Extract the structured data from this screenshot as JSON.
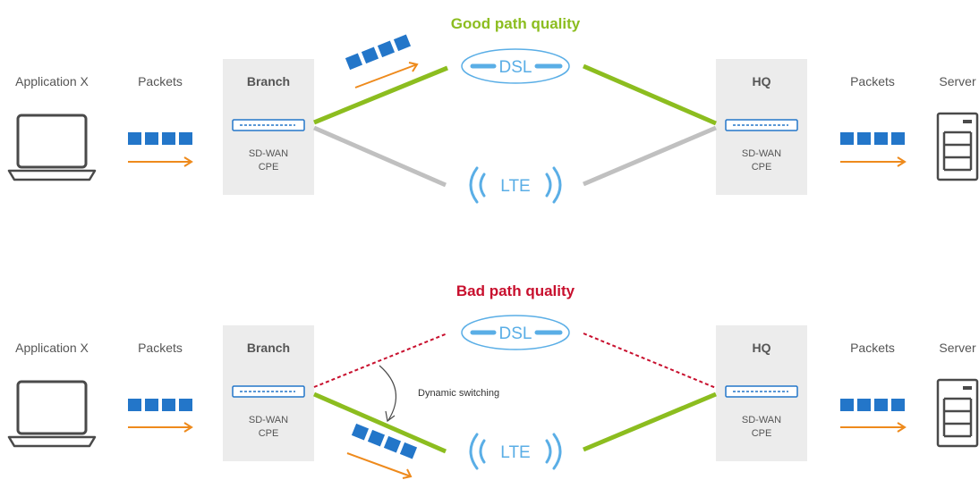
{
  "colors": {
    "good": "#8cbd1f",
    "bad": "#c8102e",
    "inactive": "#c0c0c0",
    "packet": "#2376c9",
    "arrow": "#ee8a1c",
    "link_icon": "#5aaee6",
    "box": "#ececec",
    "device": "#4a4a4a",
    "label": "#555555"
  },
  "scenarios": [
    {
      "title": "Good path quality",
      "app_label": "Application X",
      "packets_left_label": "Packets",
      "branch_label": "Branch",
      "branch_device": [
        "SD-WAN",
        "CPE"
      ],
      "dsl_label": "DSL",
      "lte_label": "LTE",
      "hq_label": "HQ",
      "hq_device": [
        "SD-WAN",
        "CPE"
      ],
      "packets_right_label": "Packets",
      "server_label": "Server",
      "active_path": "DSL"
    },
    {
      "title": "Bad path quality",
      "app_label": "Application X",
      "packets_left_label": "Packets",
      "branch_label": "Branch",
      "branch_device": [
        "SD-WAN",
        "CPE"
      ],
      "dsl_label": "DSL",
      "lte_label": "LTE",
      "hq_label": "HQ",
      "hq_device": [
        "SD-WAN",
        "CPE"
      ],
      "packets_right_label": "Packets",
      "server_label": "Server",
      "switch_label": "Dynamic switching",
      "active_path": "LTE"
    }
  ]
}
